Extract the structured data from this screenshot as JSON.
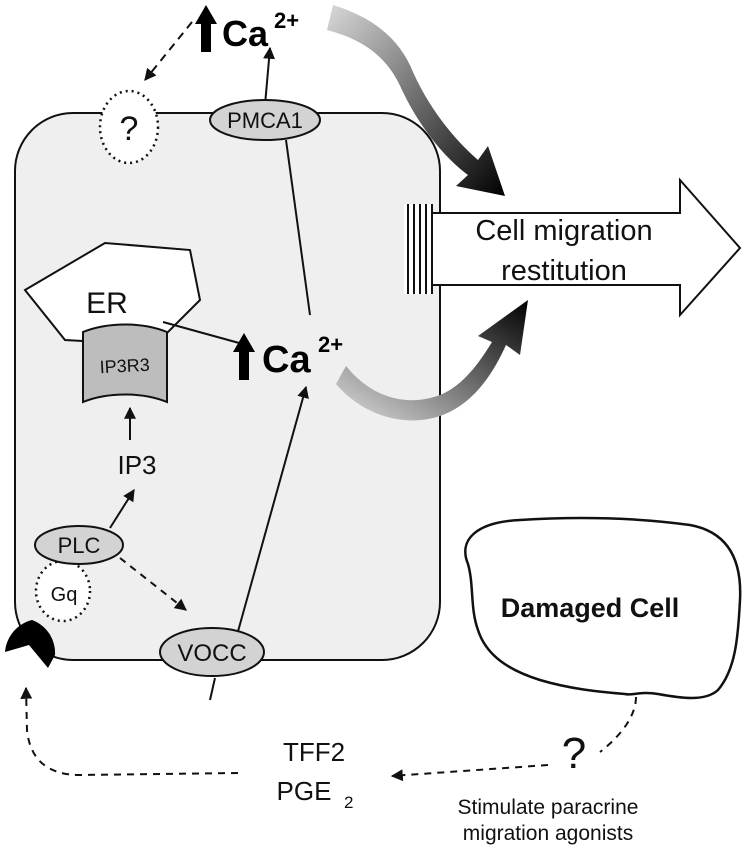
{
  "labels": {
    "ca_top": "Ca",
    "ca_top_sup": "2+",
    "question_top": "?",
    "pmca1": "PMCA1",
    "migration_line1": "Cell migration",
    "migration_line2": "restitution",
    "er": "ER",
    "ip3r3": "IP3R3",
    "ca_mid": "Ca",
    "ca_mid_sup": "2+",
    "ip3": "IP3",
    "plc": "PLC",
    "gq": "Gq",
    "vocc": "VOCC",
    "damaged_cell": "Damaged Cell",
    "question_bottom": "?",
    "tff2": "TFF2",
    "pge": "PGE",
    "pge_sub": "2",
    "stimulate_line1": "Stimulate paracrine",
    "stimulate_line2": "migration agonists"
  },
  "colors": {
    "cell_fill": "#efefef",
    "oval_fill": "#d3d3d3",
    "receptor": "#000000",
    "stroke": "#111111"
  }
}
